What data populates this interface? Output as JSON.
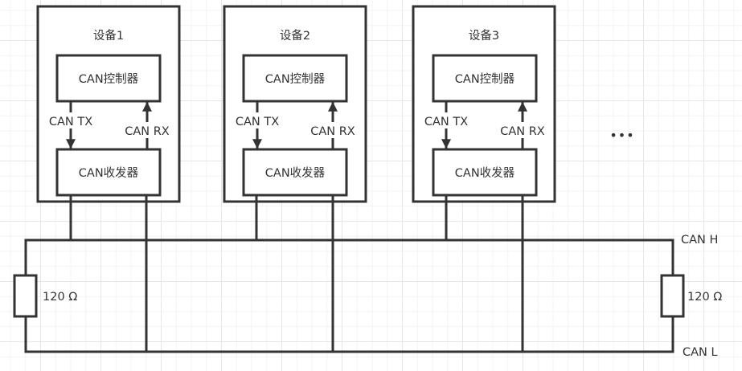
{
  "diagram": {
    "title": "CAN bus topology",
    "devices": [
      {
        "name": "设备1",
        "controller": "CAN控制器",
        "transceiver": "CAN收发器",
        "tx_label": "CAN TX",
        "rx_label": "CAN RX"
      },
      {
        "name": "设备2",
        "controller": "CAN控制器",
        "transceiver": "CAN收发器",
        "tx_label": "CAN TX",
        "rx_label": "CAN RX"
      },
      {
        "name": "设备3",
        "controller": "CAN控制器",
        "transceiver": "CAN收发器",
        "tx_label": "CAN TX",
        "rx_label": "CAN RX"
      }
    ],
    "ellipsis": "•••",
    "bus": {
      "high_label": "CAN H",
      "low_label": "CAN L"
    },
    "terminators": [
      {
        "side": "left",
        "label": "120  Ω"
      },
      {
        "side": "right",
        "label": "120  Ω"
      }
    ],
    "colors": {
      "stroke": "#333333",
      "text": "#333333",
      "background": "#ffffff",
      "grid_major": "#e6e6e6",
      "grid_minor": "#f3f3f3"
    }
  }
}
